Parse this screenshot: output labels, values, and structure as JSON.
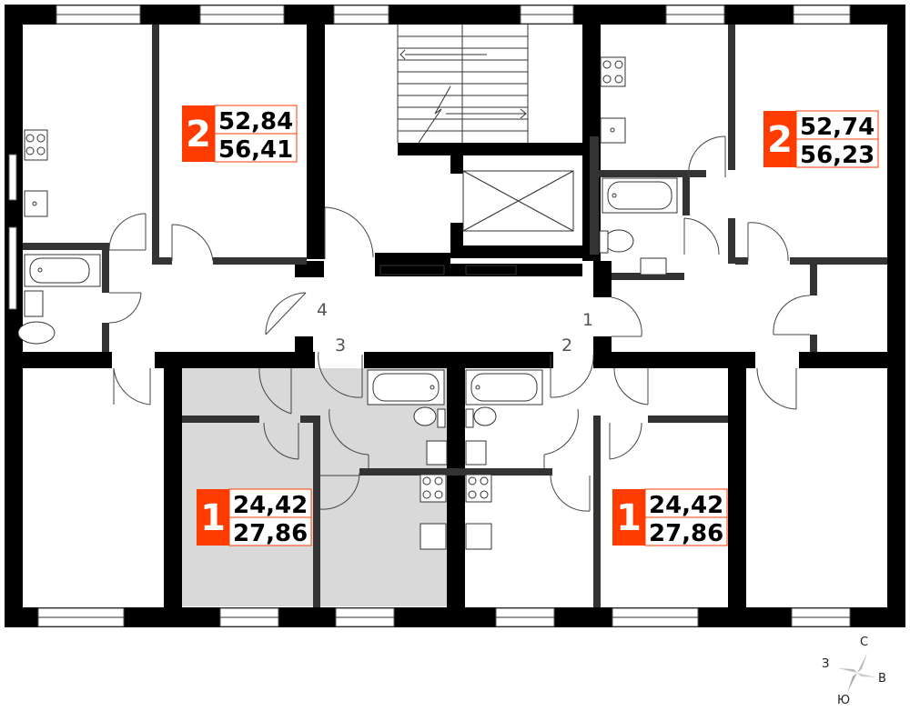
{
  "apartments": [
    {
      "id": "apt-top-left",
      "rooms": "2",
      "area_1": "52,84",
      "area_2": "56,41"
    },
    {
      "id": "apt-top-right",
      "rooms": "2",
      "area_1": "52,74",
      "area_2": "56,23"
    },
    {
      "id": "apt-bottom-left-highlighted",
      "rooms": "1",
      "area_1": "24,42",
      "area_2": "27,86"
    },
    {
      "id": "apt-bottom-right",
      "rooms": "1",
      "area_1": "24,42",
      "area_2": "27,86"
    }
  ],
  "door_numbers": [
    "1",
    "2",
    "3",
    "4"
  ],
  "compass": {
    "north": "С",
    "east": "В",
    "south": "Ю",
    "west": "З"
  },
  "colors": {
    "badge": "#ff3b00",
    "wall": "#000000",
    "highlight": "#d9d9d9"
  }
}
